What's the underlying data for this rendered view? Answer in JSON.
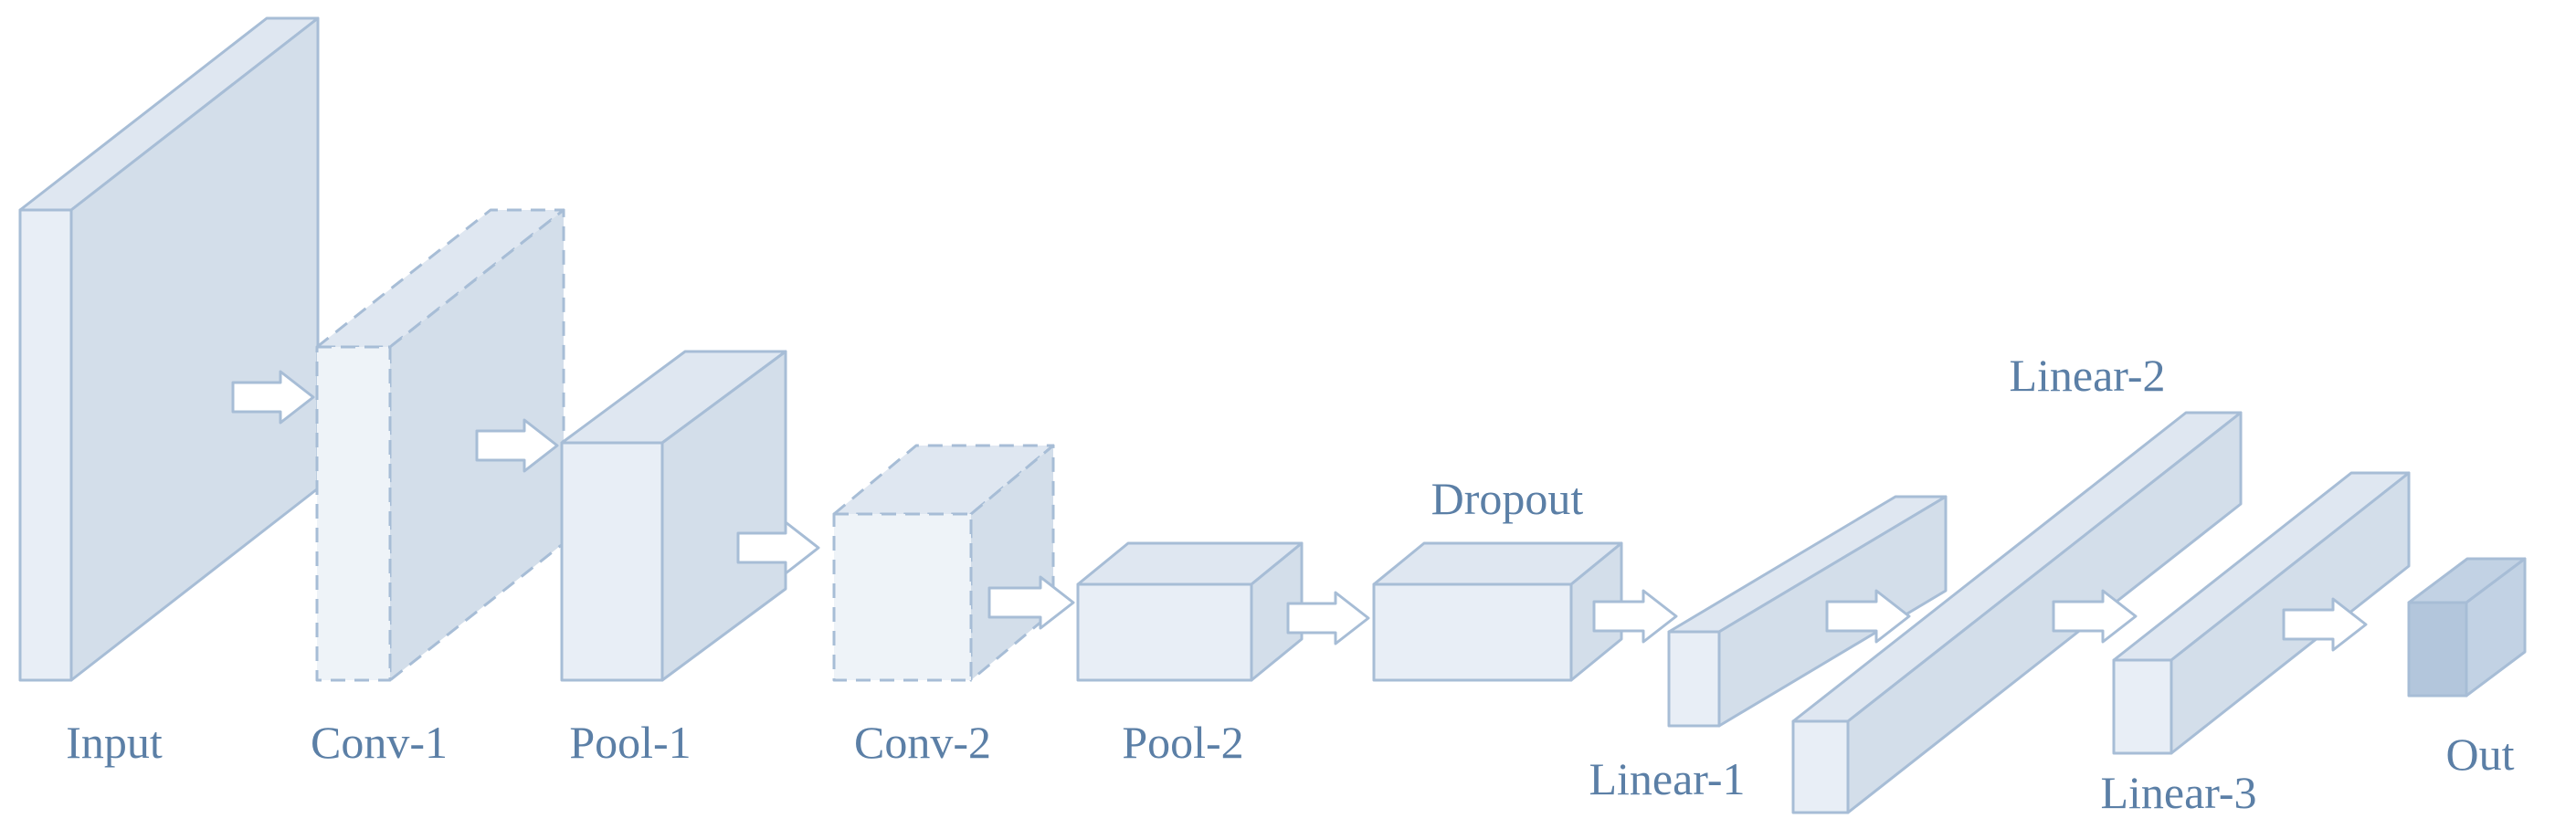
{
  "layers": [
    {
      "id": "input",
      "label": "Input",
      "style": "solid"
    },
    {
      "id": "conv1",
      "label": "Conv-1",
      "style": "dashed"
    },
    {
      "id": "pool1",
      "label": "Pool-1",
      "style": "solid"
    },
    {
      "id": "conv2",
      "label": "Conv-2",
      "style": "dashed"
    },
    {
      "id": "pool2",
      "label": "Pool-2",
      "style": "solid"
    },
    {
      "id": "dropout",
      "label": "Dropout",
      "style": "solid"
    },
    {
      "id": "linear1",
      "label": "Linear-1",
      "style": "solid"
    },
    {
      "id": "linear2",
      "label": "Linear-2",
      "style": "solid"
    },
    {
      "id": "linear3",
      "label": "Linear-3",
      "style": "solid"
    },
    {
      "id": "out",
      "label": "Out",
      "style": "dark"
    }
  ],
  "colors": {
    "front": "#e8eef6",
    "side": "#d3deea",
    "top": "#dfe7f1",
    "edge": "#a7bdd6",
    "dashed_front": "#eef3f8",
    "dark_front": "#b3c6dc",
    "dark_side": "#c2d2e4",
    "arrow_fill": "#ffffff",
    "arrow_stroke": "#a7bdd6",
    "label": "#5b7fa6"
  }
}
